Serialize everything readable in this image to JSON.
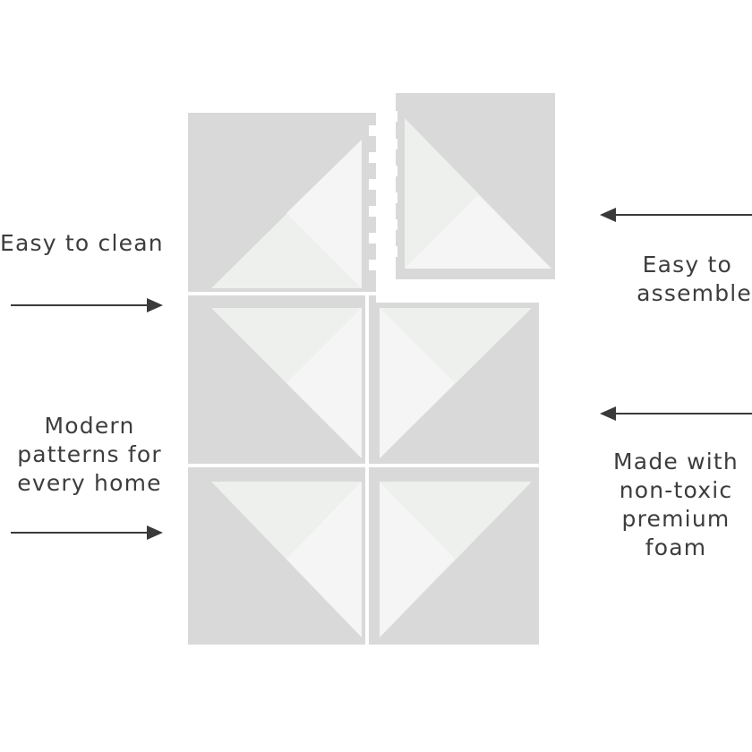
{
  "features": {
    "clean": {
      "lines": [
        "Easy to clean"
      ],
      "icon": "arrow-right-icon"
    },
    "modern": {
      "lines": [
        "Modern",
        "patterns for",
        "every home"
      ],
      "icon": "arrow-right-icon"
    },
    "assemble": {
      "lines": [
        "Easy to",
        "assemble"
      ],
      "icon": "arrow-left-icon"
    },
    "foam": {
      "lines": [
        "Made with",
        "non-toxic",
        "premium",
        "foam"
      ],
      "icon": "arrow-left-icon"
    }
  },
  "colors": {
    "text": "#3d3d3d",
    "arrow": "#3a3a3a",
    "tile_dark": "#d8d9d8",
    "tile_mid": "#e6e7e6",
    "tile_light": "#f1f2f1"
  }
}
